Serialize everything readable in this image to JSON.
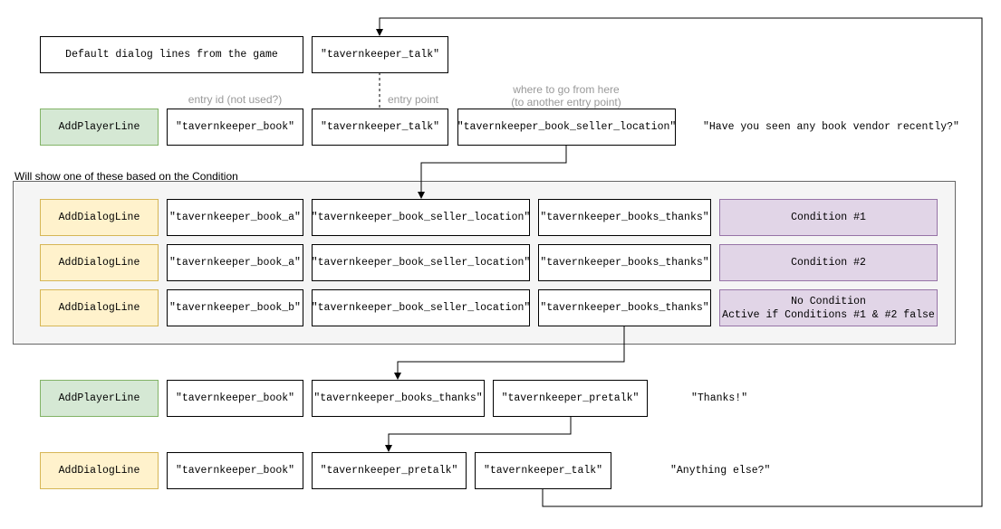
{
  "header": {
    "default_lines": "Default dialog lines from the game",
    "entry_target": "\"tavernkeeper_talk\""
  },
  "labels": {
    "entry_id": "entry id (not used?)",
    "entry_point": "entry point",
    "where_to_go": "where to go from here\n(to another entry point)",
    "group_title": "Will show one of these based on the Condition"
  },
  "row1": {
    "type": "AddPlayerLine",
    "id": "\"tavernkeeper_book\"",
    "input": "\"tavernkeeper_talk\"",
    "output": "\"tavernkeeper_book_seller_location\"",
    "text": "\"Have you seen any book vendor recently?\""
  },
  "dialog_rows": [
    {
      "type": "AddDialogLine",
      "id": "\"tavernkeeper_book_a\"",
      "input": "\"tavernkeeper_book_seller_location\"",
      "output": "\"tavernkeeper_books_thanks\"",
      "condition": "Condition #1"
    },
    {
      "type": "AddDialogLine",
      "id": "\"tavernkeeper_book_a\"",
      "input": "\"tavernkeeper_book_seller_location\"",
      "output": "\"tavernkeeper_books_thanks\"",
      "condition": "Condition #2"
    },
    {
      "type": "AddDialogLine",
      "id": "\"tavernkeeper_book_b\"",
      "input": "\"tavernkeeper_book_seller_location\"",
      "output": "\"tavernkeeper_books_thanks\"",
      "condition": "No Condition\nActive if Conditions #1 & #2 false"
    }
  ],
  "row5": {
    "type": "AddPlayerLine",
    "id": "\"tavernkeeper_book\"",
    "input": "\"tavernkeeper_books_thanks\"",
    "output": "\"tavernkeeper_pretalk\"",
    "text": "\"Thanks!\""
  },
  "row6": {
    "type": "AddDialogLine",
    "id": "\"tavernkeeper_book\"",
    "input": "\"tavernkeeper_pretalk\"",
    "output": "\"tavernkeeper_talk\"",
    "text": "\"Anything else?\""
  },
  "colors": {
    "player_fill": "#d5e8d4",
    "player_stroke": "#82b366",
    "dialog_fill": "#fff2cc",
    "dialog_stroke": "#d6b656",
    "condition_fill": "#e1d5e7",
    "condition_stroke": "#9673a6",
    "group_fill": "#f5f5f5",
    "group_stroke": "#666666",
    "label_gray": "#999999"
  }
}
